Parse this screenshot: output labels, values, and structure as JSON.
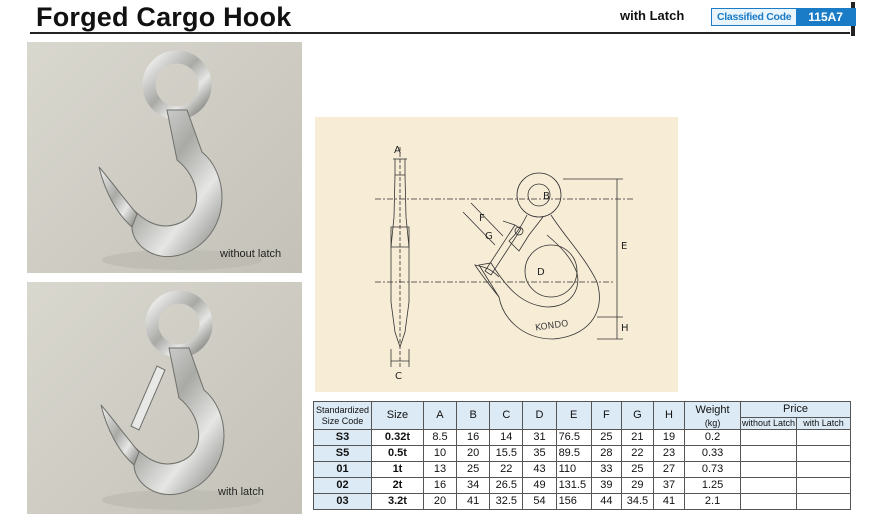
{
  "header": {
    "title": "Forged Cargo Hook",
    "variant": "with Latch",
    "classified_label": "Classified Code",
    "classified_code": "115A7"
  },
  "photos": [
    {
      "caption": "without latch"
    },
    {
      "caption": "with latch"
    }
  ],
  "diagram": {
    "dimension_labels": [
      "A",
      "B",
      "C",
      "D",
      "E",
      "F",
      "G",
      "H"
    ],
    "engraving": "KONDO"
  },
  "table": {
    "headers": {
      "code": "Standardized Size Code",
      "size": "Size",
      "dims": [
        "A",
        "B",
        "C",
        "D",
        "E",
        "F",
        "G",
        "H"
      ],
      "weight": "Weight",
      "weight_unit": "(kg)",
      "price": "Price",
      "price_without": "without Latch",
      "price_with": "with Latch"
    },
    "rows": [
      {
        "code": "S3",
        "size": "0.32t",
        "A": "8.5",
        "B": "16",
        "C": "14",
        "D": "31",
        "E": "76.5",
        "F": "25",
        "G": "21",
        "H": "19",
        "weight": "0.2"
      },
      {
        "code": "S5",
        "size": "0.5t",
        "A": "10",
        "B": "20",
        "C": "15.5",
        "D": "35",
        "E": "89.5",
        "F": "28",
        "G": "22",
        "H": "23",
        "weight": "0.33"
      },
      {
        "code": "01",
        "size": "1t",
        "A": "13",
        "B": "25",
        "C": "22",
        "D": "43",
        "E": "110",
        "F": "33",
        "G": "25",
        "H": "27",
        "weight": "0.73"
      },
      {
        "code": "02",
        "size": "2t",
        "A": "16",
        "B": "34",
        "C": "26.5",
        "D": "49",
        "E": "131.5",
        "F": "39",
        "G": "29",
        "H": "37",
        "weight": "1.25"
      },
      {
        "code": "03",
        "size": "3.2t",
        "A": "20",
        "B": "41",
        "C": "32.5",
        "D": "54",
        "E": "156",
        "F": "44",
        "G": "34.5",
        "H": "41",
        "weight": "2.1"
      }
    ]
  }
}
